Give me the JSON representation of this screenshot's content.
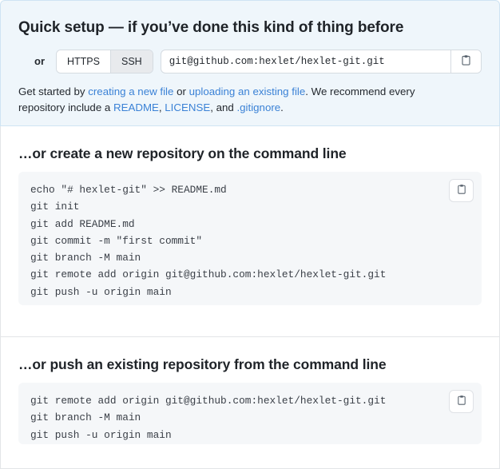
{
  "quick_setup": {
    "title": "Quick setup — if you’ve done this kind of thing before",
    "or_label": "or",
    "protocols": [
      {
        "label": "HTTPS",
        "selected": false
      },
      {
        "label": "SSH",
        "selected": true
      }
    ],
    "clone_url": "git@github.com:hexlet/hexlet-git.git",
    "copy_icon": "clipboard-icon",
    "hint": {
      "part1": "Get started by ",
      "link1": "creating a new file",
      "part2": " or ",
      "link2": "uploading an existing file",
      "part3": ". We recommend every repository include a ",
      "link3": "README",
      "part4": ", ",
      "link4": "LICENSE",
      "part5": ", and ",
      "link5": ".gitignore",
      "part6": "."
    }
  },
  "create_repo_section": {
    "title": "…or create a new repository on the command line",
    "copy_icon": "clipboard-icon",
    "lines": [
      "echo \"# hexlet-git\" >> README.md",
      "git init",
      "git add README.md",
      "git commit -m \"first commit\"",
      "git branch -M main",
      "git remote add origin git@github.com:hexlet/hexlet-git.git",
      "git push -u origin main"
    ]
  },
  "push_repo_section": {
    "title": "…or push an existing repository from the command line",
    "copy_icon": "clipboard-icon",
    "lines": [
      "git remote add origin git@github.com:hexlet/hexlet-git.git",
      "git branch -M main",
      "git push -u origin main"
    ]
  },
  "colors": {
    "panel_background": "#eff6fb",
    "panel_border": "#cfe4f3",
    "link": "#3b82d6",
    "code_background": "#f5f7f9",
    "section_border": "#e3e5e8",
    "selected_toggle": "#e8eaed"
  }
}
